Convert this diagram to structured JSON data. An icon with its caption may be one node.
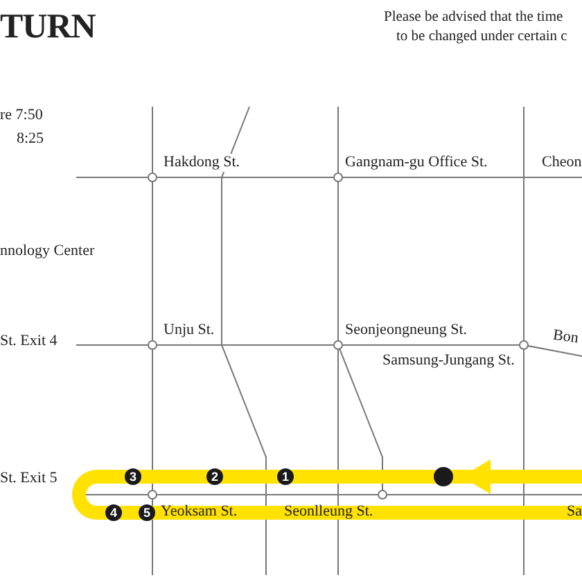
{
  "diagram": {
    "nodes": [
      {
        "text": [
          "3"
        ]
      },
      {
        "text": [
          "2"
        ]
      },
      {
        "text": [
          "1"
        ]
      },
      {
        "text": [
          "4"
        ]
      },
      {
        "text": [
          "5"
        ]
      },
      {
        "text": [],
        "shape": "circle"
      }
    ],
    "labels": [
      "TURN",
      "Please be advised that the time",
      "to be changed under certain c",
      "re 7:50",
      "8:25",
      "Hakdong St.",
      "Gangnam-gu Office St.",
      "Cheon",
      "nnology Center",
      "St. Exit 4",
      "Unju St.",
      "Seonjeongneung St.",
      "Bon",
      "Samsung-Jungang St.",
      "St. Exit 5",
      "Yeoksam St.",
      "Seonlleung St.",
      "Sa"
    ]
  }
}
